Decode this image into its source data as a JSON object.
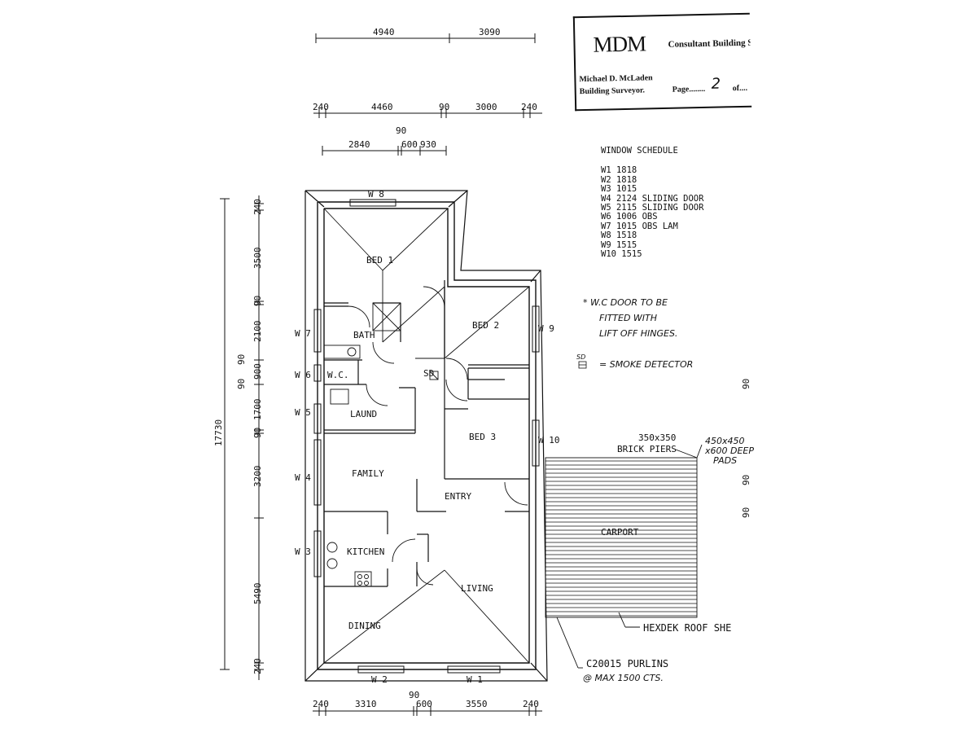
{
  "stamp": {
    "logo": "MDM",
    "company": "Consultant Building Surv",
    "name": "Michael D. McLaden",
    "role": "Building Surveyor.",
    "page_label": "Page........",
    "page_number": "2",
    "page_of": "of...."
  },
  "window_schedule": {
    "title": "WINDOW SCHEDULE",
    "rows": [
      "W1  1818",
      "W2  1818",
      "W3  1015",
      "W4  2124 SLIDING DOOR",
      "W5  2115 SLIDING DOOR",
      "W6  1006 OBS",
      "W7  1015 OBS LAM",
      "W8  1518",
      "W9  1515",
      "W10 1515"
    ]
  },
  "notes": {
    "wc_door": [
      "* W.C DOOR TO BE",
      "FITTED WITH",
      "LIFT OFF HINGES."
    ],
    "smoke_detector": "= SMOKE DETECTOR",
    "sd_symbol": "SD",
    "brick_piers_1": "350x350",
    "brick_piers_2": "BRICK PIERS",
    "pads": [
      "450x450",
      "x600 DEEP",
      "PADS"
    ],
    "roof": "HEXDEK ROOF SHE",
    "purlins_1": "C20015 PURLINS",
    "purlins_2": "@ MAX 1500 CTS."
  },
  "rooms": {
    "bed1": "BED 1",
    "bed2": "BED 2",
    "bed3": "BED 3",
    "bath": "BATH",
    "wc": "W.C.",
    "laund": "LAUND",
    "family": "FAMILY",
    "entry": "ENTRY",
    "kitchen": "KITCHEN",
    "living": "LIVING",
    "dining": "DINING",
    "carport": "CARPORT",
    "sd": "SD"
  },
  "windows": {
    "w1": "W 1",
    "w2": "W 2",
    "w3": "W 3",
    "w4": "W 4",
    "w5": "W 5",
    "w6": "W 6",
    "w7": "W 7",
    "w8": "W 8",
    "w9": "W 9",
    "w10": "W 10"
  },
  "dims_top": {
    "row1": [
      "4940",
      "3090"
    ],
    "row2": [
      "240",
      "4460",
      "90",
      "3000",
      "240"
    ],
    "row3_top": "90",
    "row3": [
      "2840",
      "600",
      "930"
    ]
  },
  "dims_bottom": {
    "top": "90",
    "row": [
      "240",
      "3310",
      "600",
      "3550",
      "240"
    ]
  },
  "dims_left": {
    "overall": "17730",
    "outer": [
      "90",
      "90"
    ],
    "inner": [
      "240",
      "3500",
      "90",
      "2100",
      "900",
      "1700",
      "90",
      "3200",
      "5490",
      "240"
    ]
  },
  "dims_right": [
    "90",
    "90",
    "90"
  ]
}
